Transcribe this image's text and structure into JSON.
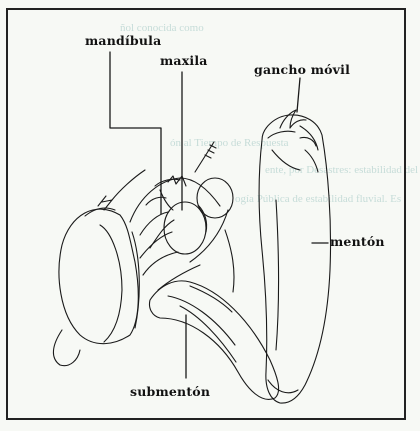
{
  "figure": {
    "labels": {
      "mandible": "mandíbula",
      "maxilla": "maxila",
      "movable_hook": "gancho móvil",
      "mentum": "mentón",
      "submentum": "submentón"
    },
    "bleed_through": [
      "ñol conocida como",
      "ón al Tiempo de Respuesta",
      "ente, por Desastres: estabilidad del eje",
      "ogía Pública de estabilidad fluvial. Es"
    ]
  }
}
